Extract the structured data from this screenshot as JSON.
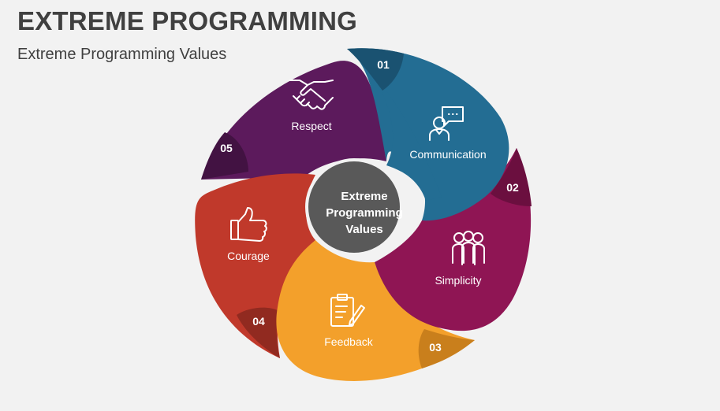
{
  "header": {
    "title": "EXTREME PROGRAMMING",
    "subtitle": "Extreme Programming Values"
  },
  "center": {
    "lines": [
      "Extreme",
      "Programming",
      "Values"
    ],
    "color": "#595959"
  },
  "values": [
    {
      "number": "01",
      "label": "Communication",
      "icon": "chat-person-icon",
      "color": "#236d93",
      "tab_color": "#1a5271"
    },
    {
      "number": "02",
      "label": "Simplicity",
      "icon": "people-group-icon",
      "color": "#8f1554",
      "tab_color": "#6b0f3f"
    },
    {
      "number": "03",
      "label": "Feedback",
      "icon": "clipboard-pen-icon",
      "color": "#f3a02b",
      "tab_color": "#c97f1c"
    },
    {
      "number": "04",
      "label": "Courage",
      "icon": "thumbs-up-icon",
      "color": "#c0392b",
      "tab_color": "#912a20"
    },
    {
      "number": "05",
      "label": "Respect",
      "icon": "handshake-icon",
      "color": "#5c1a5c",
      "tab_color": "#421242"
    }
  ]
}
